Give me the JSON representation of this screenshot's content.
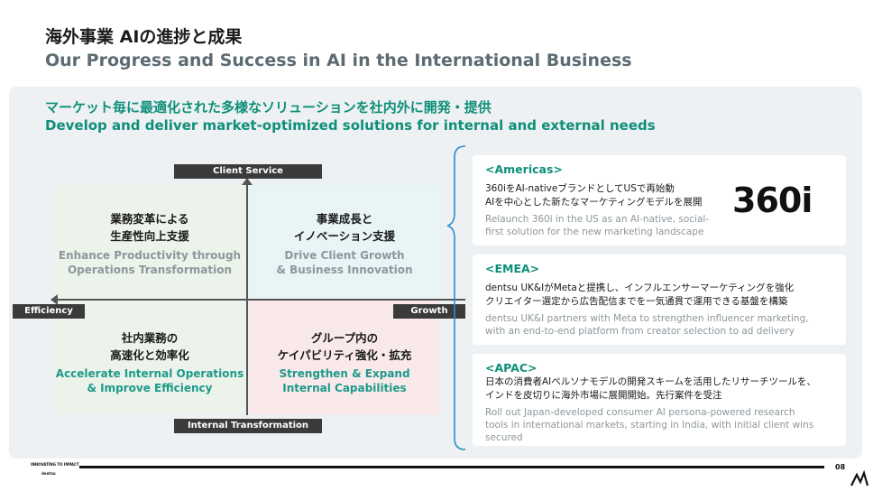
{
  "header": {
    "title_jp": "海外事業 AIの進捗と成果",
    "title_en": "Our Progress and Success in AI in the International Business"
  },
  "subtitle": {
    "jp": "マーケット毎に最適化された多様なソリューションを社内外に開発・提供",
    "en": "Develop and deliver market-optimized solutions for internal and external needs"
  },
  "matrix": {
    "axis_top": "Client Service",
    "axis_bottom": "Internal Transformation",
    "axis_left": "Efficiency",
    "axis_right": "Growth",
    "top_left": {
      "jp1": "業務変革による",
      "jp2": "生産性向上支援",
      "en1": "Enhance Productivity through",
      "en2": "Operations Transformation"
    },
    "top_right": {
      "jp1": "事業成長と",
      "jp2": "イノベーション支援",
      "en1": "Drive Client Growth",
      "en2": "& Business Innovation"
    },
    "bottom_left": {
      "jp1": "社内業務の",
      "jp2": "高速化と効率化",
      "en1": "Accelerate Internal Operations",
      "en2": "& Improve Efficiency"
    },
    "bottom_right": {
      "jp1": "グループ内の",
      "jp2": "ケイパビリティ強化・拡充",
      "en1": "Strengthen & Expand",
      "en2": "Internal Capabilities"
    }
  },
  "cards": [
    {
      "head": "<Americas>",
      "jp1": "360iをAI-nativeブランドとしてUSで再始動",
      "jp2": "AIを中心とした新たなマーケティングモデルを展開",
      "en1": "Relaunch 360i in the US as an AI-native, social-",
      "en2": "first solution for the new marketing landscape",
      "logo": "360i"
    },
    {
      "head": "<EMEA>",
      "jp1": "dentsu UK&IがMetaと提携し、インフルエンサーマーケティングを強化",
      "jp2": "クリエイター選定から広告配信までを一気通貫で運用できる基盤を構築",
      "en1": "dentsu UK&I partners with Meta to strengthen influencer marketing,",
      "en2": "with an end-to-end platform from creator selection to ad delivery"
    },
    {
      "head": "<APAC>",
      "jp1": "日本の消費者AIペルソナモデルの開発スキームを活用したリサーチツールを、",
      "jp2": "インドを皮切りに海外市場に展開開始。先行案件を受注",
      "en1": "Roll out Japan-developed consumer AI persona-powered research",
      "en2": "tools in international markets, starting in India, with initial client wins",
      "en3": "secured"
    }
  ],
  "footer": {
    "logo_line1": "INNOVATING TO IMPACT",
    "logo_line2": "dentsu",
    "page": "08"
  },
  "colors": {
    "accent": "#0f8f7a",
    "muted": "#8d979c",
    "panel": "#eef1f3"
  }
}
